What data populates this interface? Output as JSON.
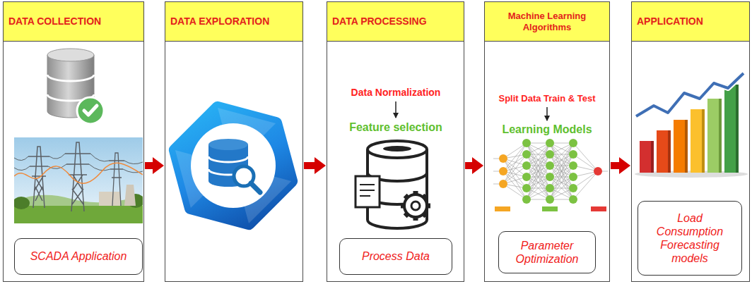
{
  "diagram": {
    "nodes": [
      {
        "text": [
          "DATA COLLECTION"
        ]
      },
      {
        "text": [
          "SCADA Application"
        ],
        "in": 0
      },
      {
        "text": [
          "DATA EXPLORATION"
        ]
      },
      {
        "text": [
          "DATA PROCESSING"
        ]
      },
      {
        "text": [
          "Process Data"
        ],
        "in": 3
      },
      {
        "text": [
          "Machine Learning Algorithms"
        ]
      },
      {
        "text": [
          "Parameter Optimization"
        ],
        "in": 5
      },
      {
        "text": [
          "APPLICATION"
        ]
      },
      {
        "text": [
          "Load Consumption Forecasting models"
        ],
        "in": 7
      }
    ],
    "edges": [
      {
        "from": 0,
        "to": 2,
        "arrow": "to"
      },
      {
        "from": 2,
        "to": 3,
        "arrow": "to"
      },
      {
        "from": 3,
        "to": 5,
        "arrow": "to"
      },
      {
        "from": 5,
        "to": 7,
        "arrow": "to"
      }
    ],
    "labels": [
      "Data Normalization",
      "Feature selection",
      "Split Data Train & Test",
      "Learning Models"
    ]
  }
}
